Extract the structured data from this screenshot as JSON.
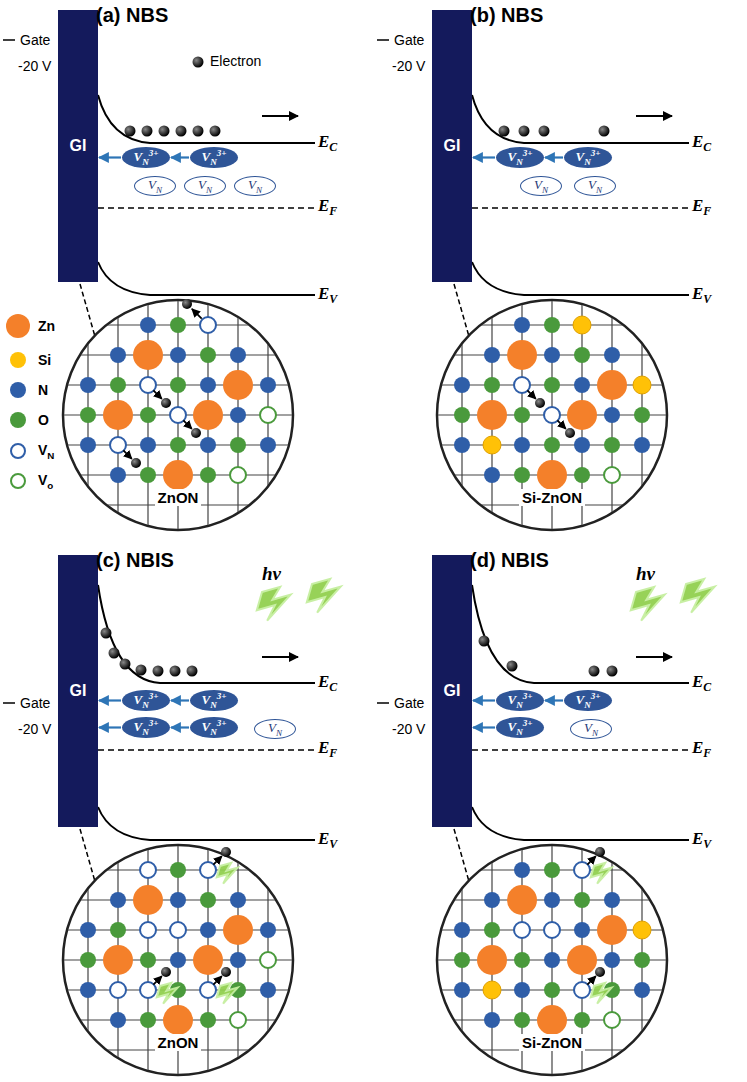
{
  "diagram": {
    "nodes": [
      {
        "text": [
          "GI"
        ]
      },
      {
        "text": [
          "VN3+"
        ]
      },
      {
        "text": [
          "VN3+"
        ]
      },
      {
        "text": [
          "VN"
        ]
      },
      {
        "text": [
          "VN"
        ]
      },
      {
        "text": [
          "VN"
        ]
      },
      {
        "text": [
          "GI"
        ]
      },
      {
        "text": [
          "VN3+"
        ]
      },
      {
        "text": [
          "VN3+"
        ]
      },
      {
        "text": [
          "VN"
        ]
      },
      {
        "text": [
          "VN"
        ]
      },
      {
        "text": [
          "GI"
        ]
      },
      {
        "text": [
          "VN3+"
        ]
      },
      {
        "text": [
          "VN3+"
        ]
      },
      {
        "text": [
          "VN3+"
        ]
      },
      {
        "text": [
          "VN3+"
        ]
      },
      {
        "text": [
          "VN"
        ]
      },
      {
        "text": [
          "GI"
        ]
      },
      {
        "text": [
          "VN3+"
        ]
      },
      {
        "text": [
          "VN3+"
        ]
      },
      {
        "text": [
          "VN3+"
        ]
      },
      {
        "text": [
          "VN"
        ]
      }
    ],
    "edges": [
      {
        "from": 1,
        "to": 0,
        "arrow": "to"
      },
      {
        "from": 2,
        "to": 1,
        "arrow": "to"
      },
      {
        "from": 7,
        "to": 6,
        "arrow": "to"
      },
      {
        "from": 8,
        "to": 7,
        "arrow": "to"
      },
      {
        "from": 12,
        "to": 11,
        "arrow": "to"
      },
      {
        "from": 13,
        "to": 12,
        "arrow": "to"
      },
      {
        "from": 14,
        "to": 11,
        "arrow": "to"
      },
      {
        "from": 15,
        "to": 14,
        "arrow": "to"
      },
      {
        "from": 18,
        "to": 17,
        "arrow": "to"
      },
      {
        "from": 19,
        "to": 18,
        "arrow": "to"
      },
      {
        "from": 20,
        "to": 17,
        "arrow": "to"
      }
    ],
    "labels": [
      "(a) NBS",
      "Gate",
      "-20 V",
      "Electron",
      "EC",
      "EF",
      "EV",
      "ZnON",
      "(b) NBS",
      "Gate",
      "-20 V",
      "EC",
      "EF",
      "EV",
      "Si-ZnON",
      "(c) NBIS",
      "Gate",
      "-20 V",
      "hν",
      "EC",
      "EF",
      "EV",
      "ZnON",
      "(d) NBIS",
      "Gate",
      "-20 V",
      "hν",
      "EC",
      "EF",
      "EV",
      "Si-ZnON"
    ],
    "legend": [
      {
        "text": "Zn",
        "color": "#f4802a"
      },
      {
        "text": "Si",
        "color": "#ffc107"
      },
      {
        "text": "N",
        "color": "#2f5ea8"
      },
      {
        "text": "O",
        "color": "#4a9a3c"
      },
      {
        "text": "VN"
      },
      {
        "text": "Vo"
      }
    ]
  }
}
